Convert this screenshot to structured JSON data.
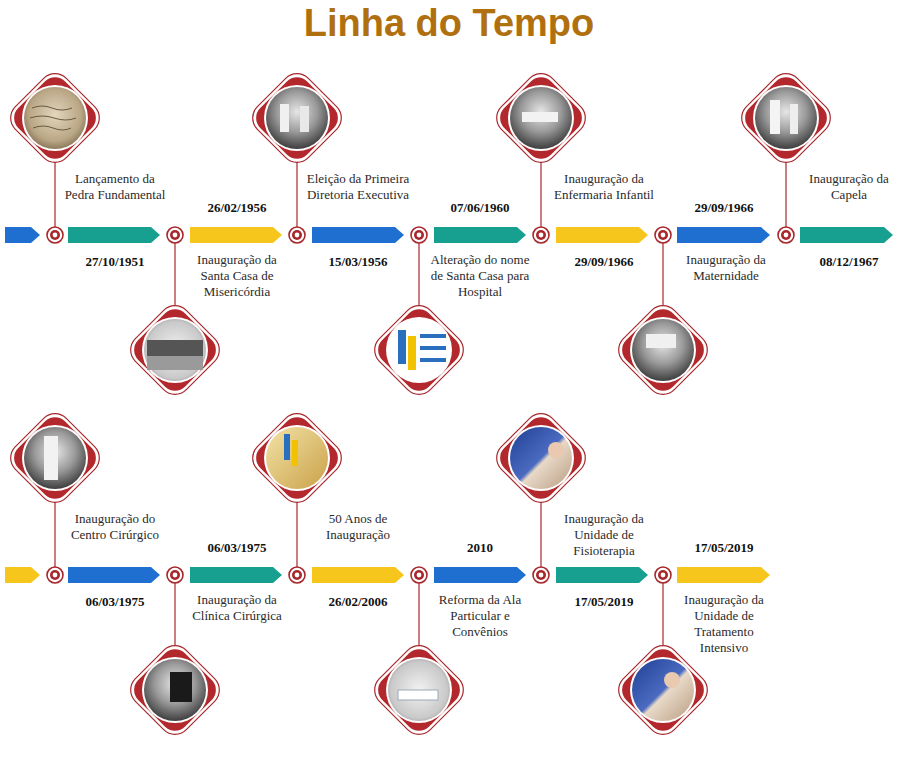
{
  "diagram": {
    "title": "Linha do Tempo",
    "labels": [
      "Lançamento da Pedra Fundamental",
      "27/10/1951",
      "26/02/1956",
      "Inauguração da Santa Casa de Misericórdia",
      "Eleição da Primeira Diretoria Executiva",
      "15/03/1956",
      "07/06/1960",
      "Alteração do nome de Santa Casa para Hospital",
      "Inauguração da Enfermaria Infantil",
      "29/09/1966",
      "29/09/1966",
      "Inauguração da Maternidade",
      "Inauguração da Capela",
      "08/12/1967",
      "Inauguração do Centro Cirúrgico",
      "06/03/1975",
      "06/03/1975",
      "Inauguração da Clínica Cirúrgica",
      "50 Anos de Inauguração",
      "26/02/2006",
      "2010",
      "Reforma da Ala Particular e Convênios",
      "Inauguração da Unidade de Fisioterapia",
      "17/05/2019",
      "17/05/2019",
      "Inauguração da Unidade de Tratamento Intensivo"
    ]
  }
}
